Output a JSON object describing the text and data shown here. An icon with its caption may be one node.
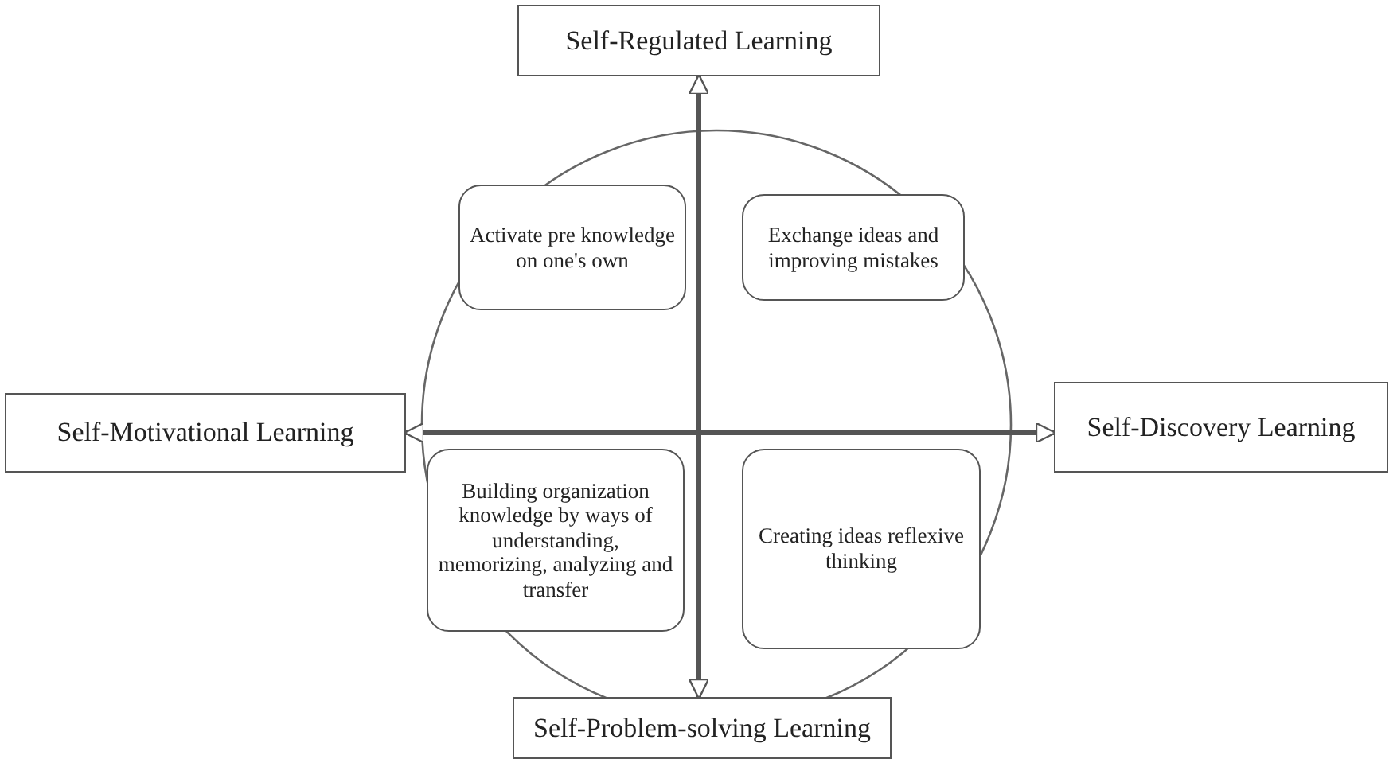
{
  "diagram": {
    "nodes": [
      {
        "text": [
          "Self-Regulated Learning"
        ]
      },
      {
        "text": [
          "Activate pre knowledge on one's own"
        ]
      },
      {
        "text": [
          "Exchange ideas and improving mistakes"
        ]
      },
      {
        "text": [
          "Self-Motivational Learning"
        ]
      },
      {
        "text": [
          "Self-Discovery Learning"
        ]
      },
      {
        "text": [
          "Building organization knowledge by ways of understanding, memorizing, analyzing and transfer"
        ]
      },
      {
        "text": [
          "Creating ideas reflexive thinking"
        ]
      },
      {
        "text": [
          "Self-Problem-solving Learning"
        ]
      }
    ],
    "edges": [
      {
        "from": 0,
        "to": 7,
        "arrow": "both"
      },
      {
        "from": 3,
        "to": 4,
        "arrow": "both"
      }
    ]
  }
}
